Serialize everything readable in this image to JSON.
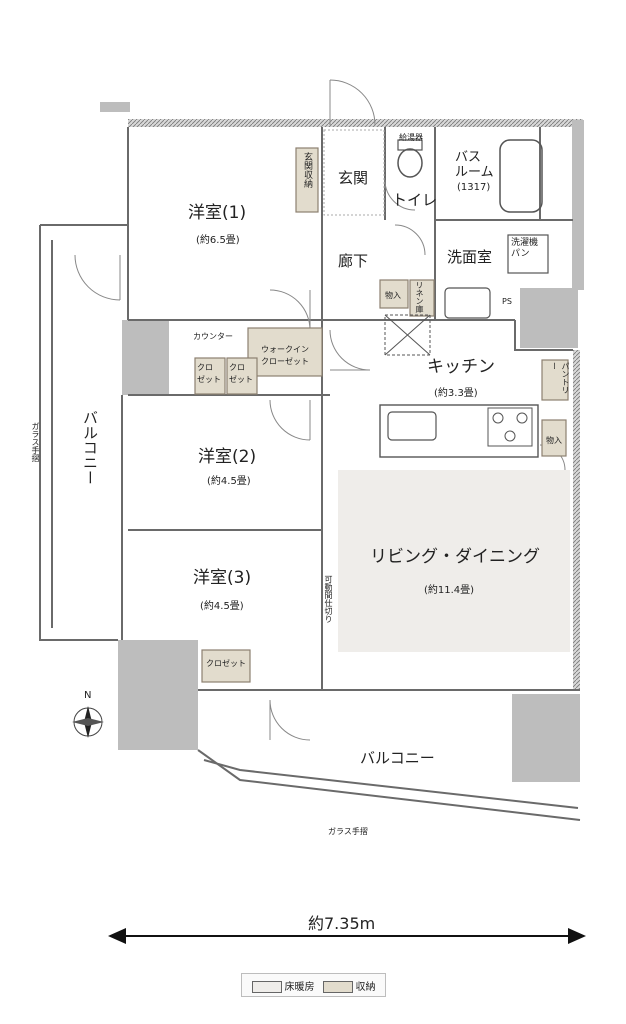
{
  "rooms": {
    "western1": {
      "name": "洋室(1)",
      "size": "(約6.5畳)"
    },
    "western2": {
      "name": "洋室(2)",
      "size": "(約4.5畳)"
    },
    "western3": {
      "name": "洋室(3)",
      "size": "(約4.5畳)"
    },
    "entrance": "玄関",
    "entrance_storage": "玄関収納",
    "toilet": "トイレ",
    "hall": "廊下",
    "bath": {
      "name": "バス\nルーム",
      "size": "(1317)"
    },
    "washroom": "洗面室",
    "washing_pan": "洗濯機\nパン",
    "kitchen": {
      "name": "キッチン",
      "size": "(約3.3畳)"
    },
    "living": {
      "name": "リビング・ダイニング",
      "size": "(約11.4畳)"
    },
    "counter": "カウンター",
    "walk_in": "ウォークイン\nクローゼット",
    "closet_a": "クロ\nゼット",
    "closet_b": "クロ\nゼット",
    "closet_3": "クロゼット",
    "storage_1": "物入",
    "storage_2": "物入",
    "linen": "リネン庫",
    "ps": "PS",
    "pantry": "パントリー",
    "balcony_west": "バルコニー",
    "balcony_south": "バルコニー",
    "glass_rail_west": "ガラス手摺",
    "glass_rail_south": "ガラス手摺",
    "sliding_partition": "可動間仕切り",
    "hot_water": "給湯器"
  },
  "compass": "N",
  "dimension": "約7.35m",
  "legend": {
    "floor_heating": "床暖房",
    "storage": "収納"
  },
  "colors": {
    "wall": "#bdbdbd",
    "storage_fill": "#e2dccd",
    "storage_border": "#8c8070",
    "heated_floor": "#efedea"
  }
}
